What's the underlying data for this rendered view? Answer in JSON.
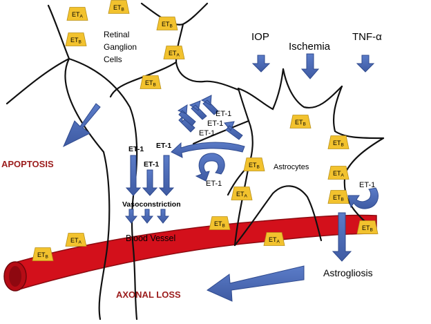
{
  "labels": {
    "retinal": [
      "Retinal",
      "Ganglion",
      "Cells"
    ],
    "iop": "IOP",
    "ischemia": "Ischemia",
    "tnf": "TNF-α",
    "apoptosis": "APOPTOSIS",
    "astrocytes": "Astrocytes",
    "vasoconstriction": "Vasoconstriction",
    "blood_vessel": "Blood Vessel",
    "astrogliosis": "Astrogliosis",
    "axonal_loss": "AXONAL LOSS",
    "et1": "ET-1"
  },
  "receptor": {
    "prefix": "ET",
    "sub_a": "A",
    "sub_b": "B"
  },
  "colors": {
    "arrow": "#4a67b0",
    "receptor": "#f2c22e",
    "vessel": "#d3101b",
    "outline_text": "#9b1c1c"
  }
}
